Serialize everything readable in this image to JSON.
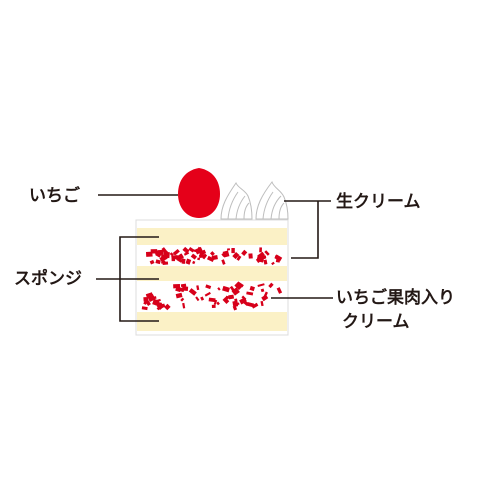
{
  "labels": {
    "strawberry": "いちご",
    "sponge": "スポンジ",
    "fresh_cream": "生クリーム",
    "fruit_cream_line1": "いちご果肉入り",
    "fruit_cream_line2": "クリーム"
  },
  "colors": {
    "text": "#231815",
    "leader_line": "#231815",
    "sponge": "#fbf1c6",
    "sponge_edge": "#e6dba8",
    "cream": "#ffffff",
    "cake_outline": "#dcdcdc",
    "strawberry": "#e50019",
    "strawberry_bits": "#d7001a"
  },
  "icons": {
    "strawberry": "strawberry-icon",
    "whipped_cream": "whipped-cream-icon"
  }
}
